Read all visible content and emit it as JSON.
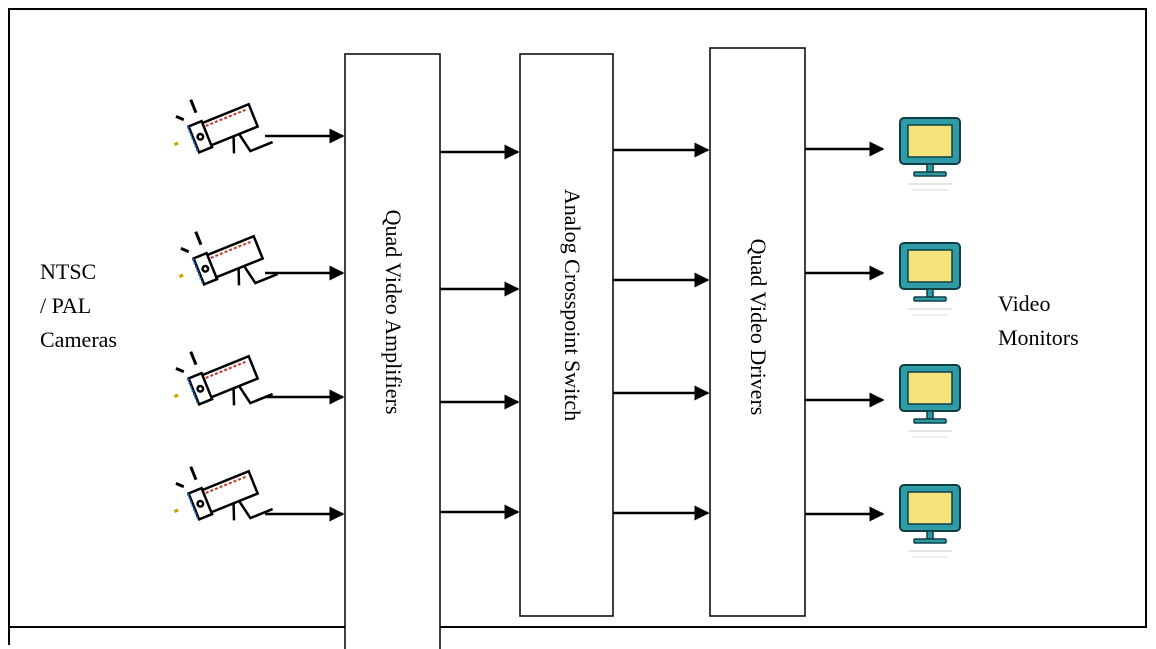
{
  "labels": {
    "cameras": [
      "NTSC",
      "/ PAL",
      "Cameras"
    ],
    "monitors": [
      "Video",
      "Monitors"
    ]
  },
  "blocks": [
    {
      "name": "amplifiers",
      "label": "Quad Video Amplifiers"
    },
    {
      "name": "crosspoint",
      "label": "Analog Crosspoint Switch"
    },
    {
      "name": "drivers",
      "label": "Quad Video Drivers"
    }
  ],
  "colors": {
    "monitor_bezel": "#2E9BA6",
    "monitor_screen": "#F4E27A",
    "camera_accent": "#C0392B",
    "camera_blue": "#1E6FD9"
  },
  "icons": {
    "camera": "security-camera-icon",
    "monitor": "video-monitor-icon"
  }
}
